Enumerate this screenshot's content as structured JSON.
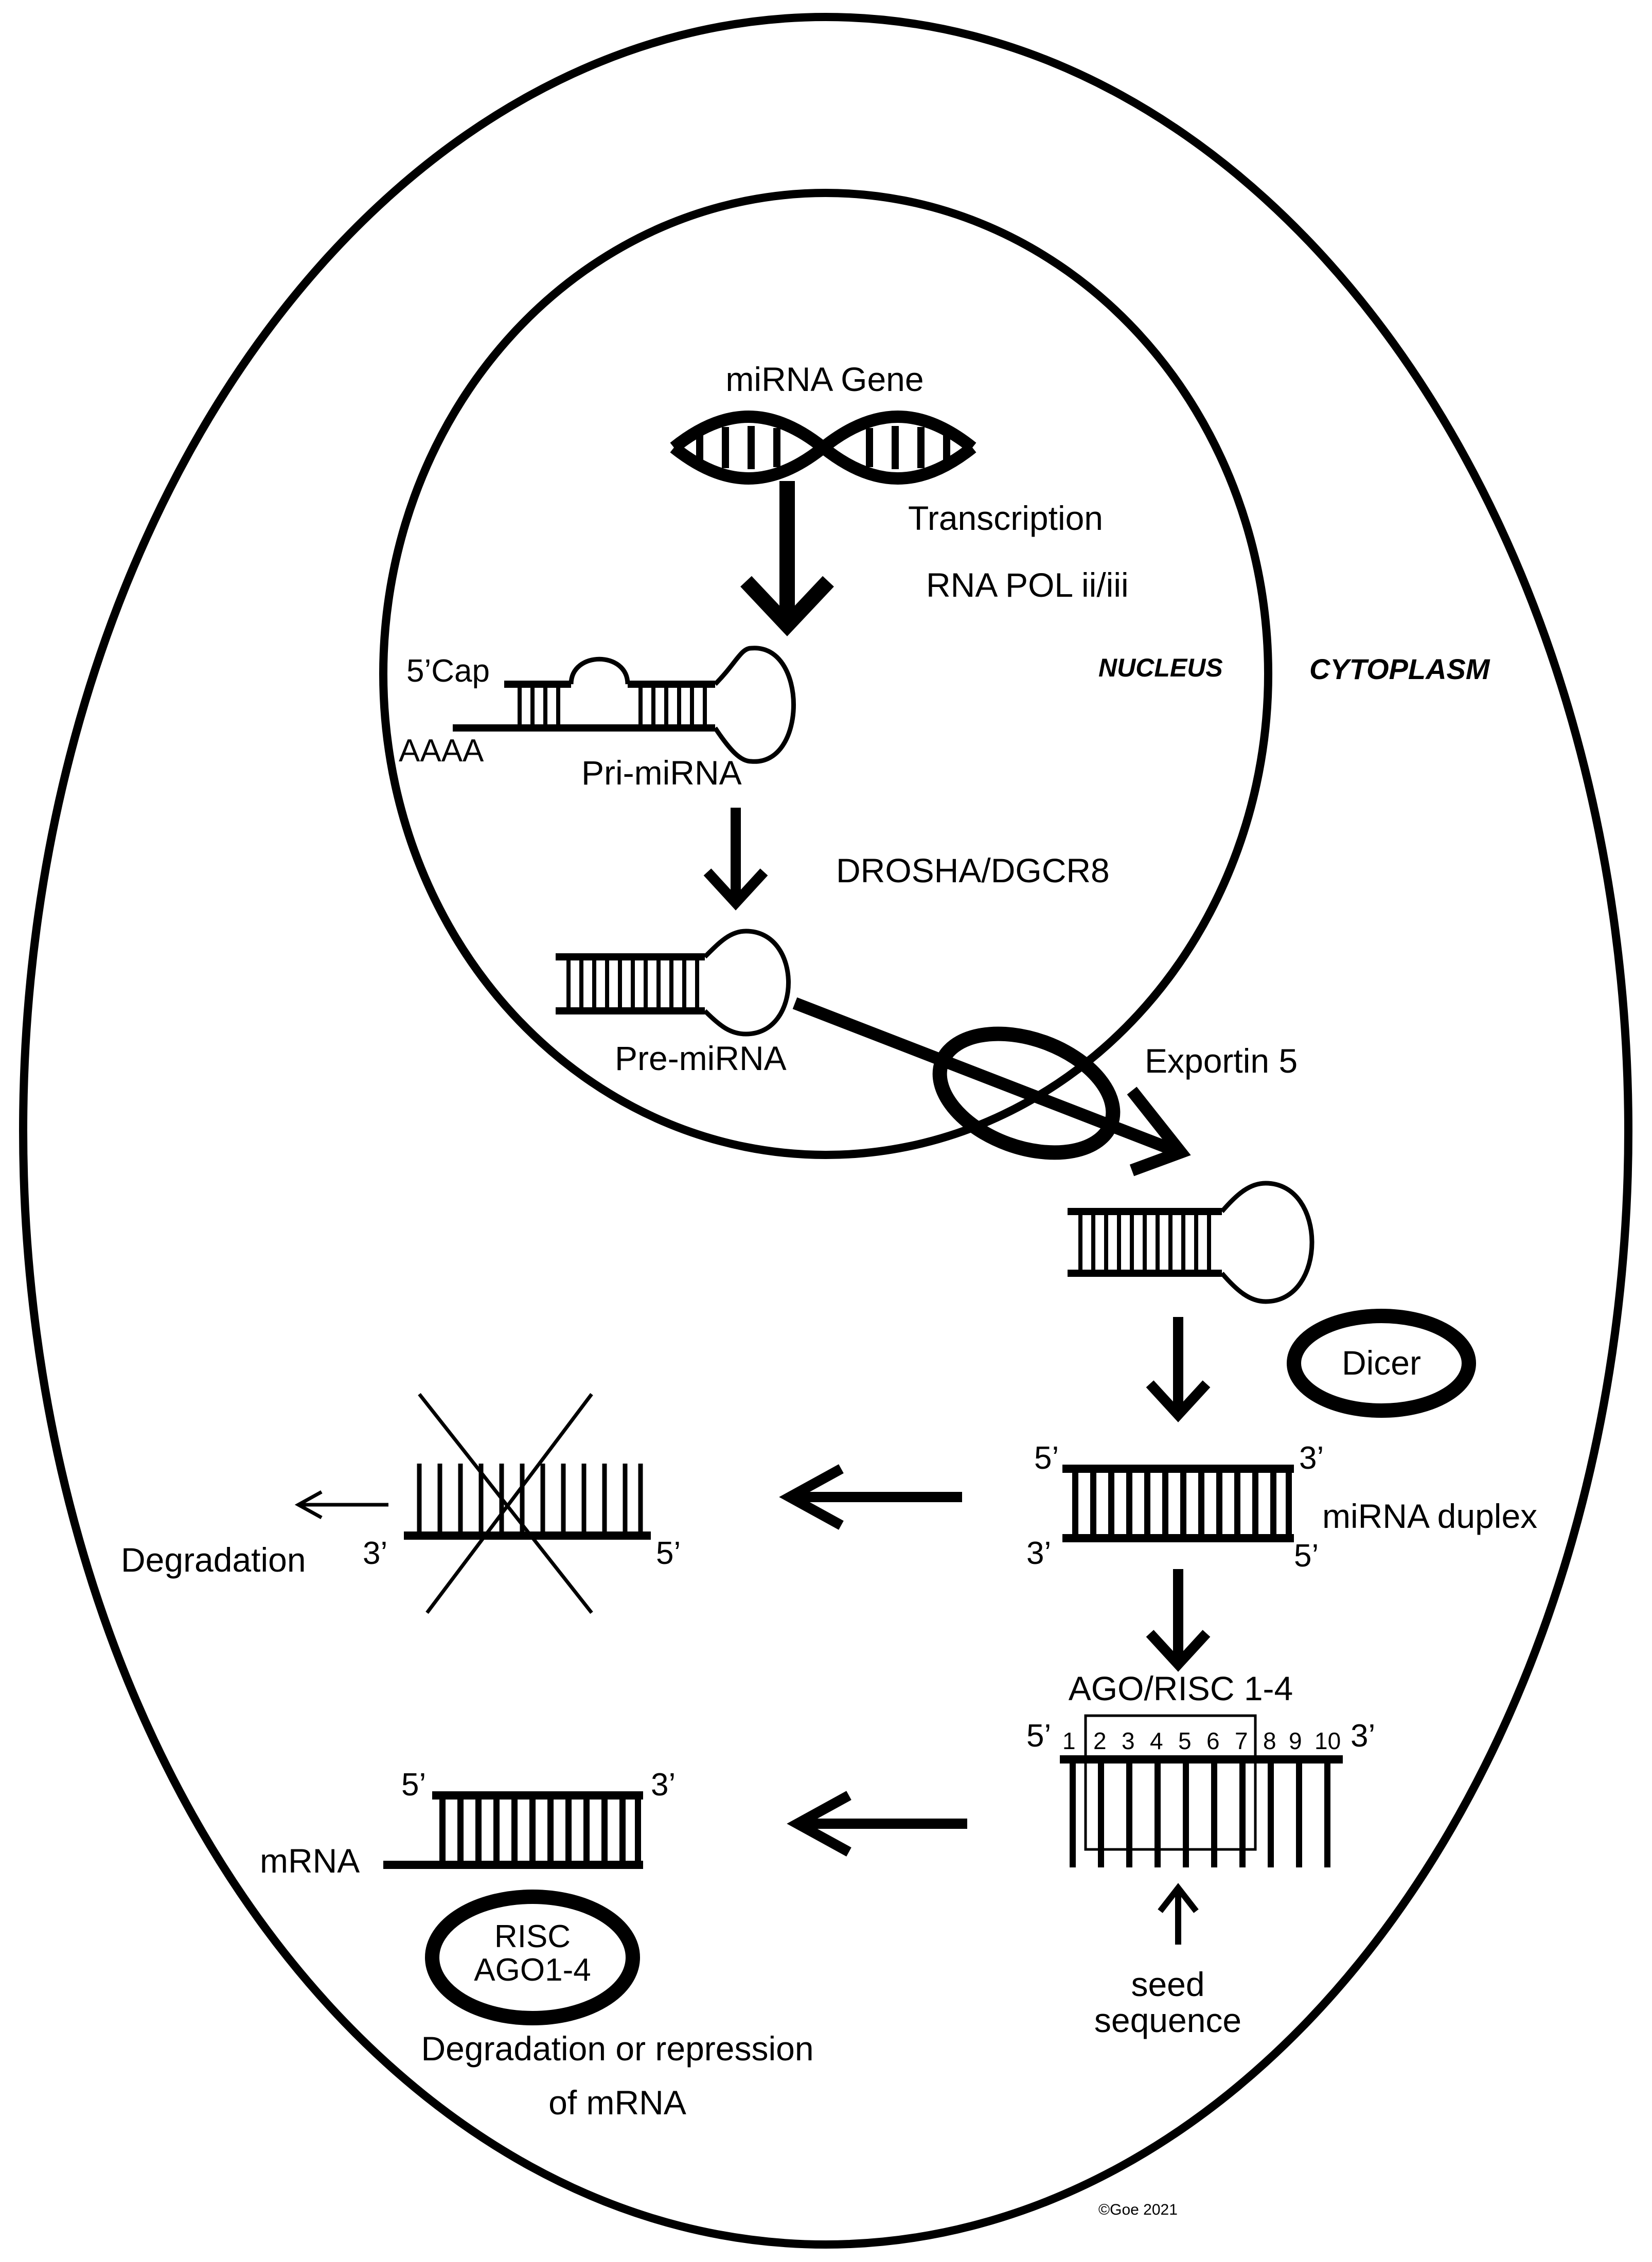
{
  "labels": {
    "mirna_gene": "miRNA Gene",
    "transcription": "Transcription",
    "rna_pol": "RNA POL ii/iii",
    "nucleus": "NUCLEUS",
    "cytoplasm": "CYTOPLASM",
    "cap": "5’Cap",
    "polya": "AAAA",
    "pri_mirna": "Pri-miRNA",
    "drosha": "DROSHA/DGCR8",
    "pre_mirna": "Pre-miRNA",
    "exportin": "Exportin 5",
    "dicer": "Dicer",
    "duplex_5_top": "5’",
    "duplex_3_top": "3’",
    "duplex_3_bottom": "3’",
    "duplex_5_bottom": "5’",
    "mirna_duplex": "miRNA duplex",
    "degradation": "Degradation",
    "deg_3": "3’",
    "deg_5": "5’",
    "ago_risc": "AGO/RISC 1-4",
    "seed_5": "5’",
    "seed_3": "3’",
    "seed_positions": [
      "1",
      "2",
      "3",
      "4",
      "5",
      "6",
      "7",
      "8",
      "9",
      "10"
    ],
    "seed_line1": "seed",
    "seed_line2": "sequence",
    "target_5": "5’",
    "target_3": "3’",
    "mrna": "mRNA",
    "risc": "RISC",
    "ago": "AGO1-4",
    "outcome_line1": "Degradation or repression",
    "outcome_line2": "of mRNA",
    "copyright": "©Goe 2021"
  }
}
